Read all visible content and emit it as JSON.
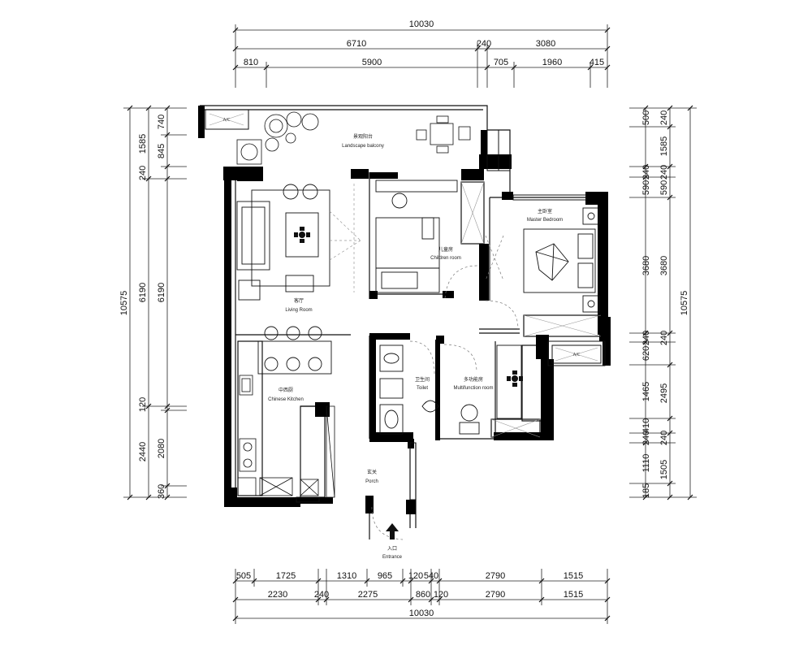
{
  "dimensions": {
    "top": {
      "total": "10030",
      "row2": [
        "6710",
        "240",
        "3080"
      ],
      "row3": [
        "810",
        "5900",
        "705",
        "1960",
        "415"
      ]
    },
    "bottom": {
      "row1": [
        "505",
        "1725",
        "1310",
        "965",
        "120",
        "540",
        "2790",
        "1515"
      ],
      "row2": [
        "2230",
        "240",
        "2275",
        "860",
        "120",
        "2790",
        "1515"
      ],
      "total": "10030"
    },
    "left": {
      "total": "10575",
      "row2": [
        "6190",
        "2440"
      ],
      "row3": [
        "740",
        "1585",
        "845",
        "240",
        "6190",
        "120",
        "2080",
        "360"
      ]
    },
    "right": {
      "total": "10575",
      "row2": [
        "1585",
        "240",
        "590",
        "3680",
        "240",
        "2495",
        "240",
        "1505"
      ],
      "row3": [
        "500",
        "240",
        "590",
        "240",
        "3680",
        "240",
        "620",
        "1465",
        "410",
        "240",
        "1110",
        "185"
      ]
    }
  },
  "rooms": {
    "balcony": {
      "cn": "景观阳台",
      "en": "Landscape balcony"
    },
    "living": {
      "cn": "客厅",
      "en": "Living Room"
    },
    "children": {
      "cn": "儿童房",
      "en": "Children room"
    },
    "master": {
      "cn": "主卧室",
      "en": "Master Bedroom"
    },
    "toilet": {
      "cn": "卫生间",
      "en": "Toilet"
    },
    "multi": {
      "cn": "多功能房",
      "en": "Multifunction room"
    },
    "kitchen": {
      "cn": "中西厨",
      "en": "Chinese Kitchen"
    },
    "porch": {
      "cn": "玄关",
      "en": "Porch"
    }
  },
  "entrance": {
    "cn": "入口",
    "en": "Entrance"
  },
  "ac_label": "A/C"
}
